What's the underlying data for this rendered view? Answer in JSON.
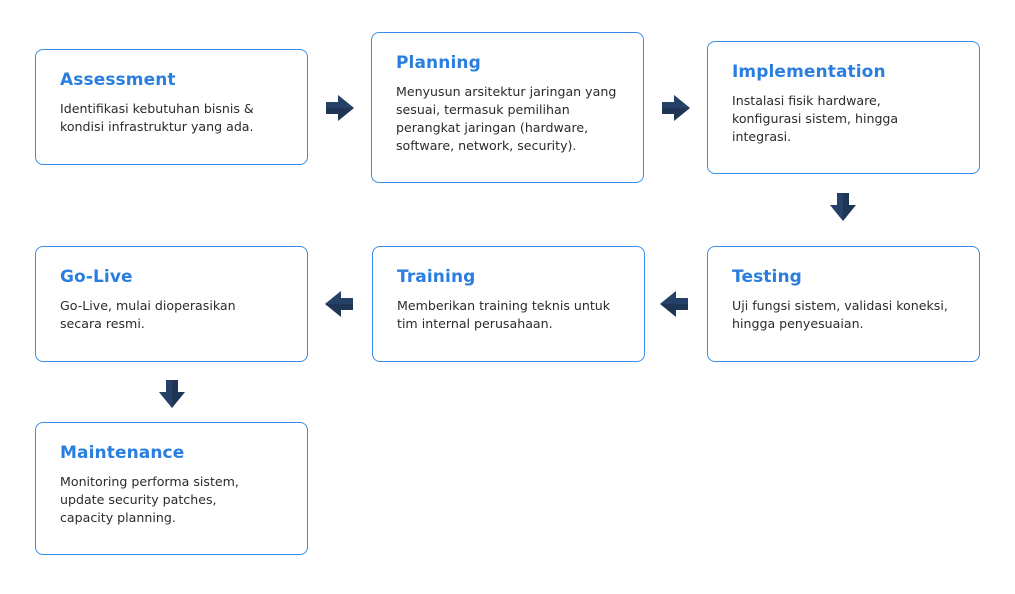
{
  "accent_color": "#2a7ee0",
  "border_color": "#3b8ee8",
  "arrow_color": "#1e3556",
  "steps": [
    {
      "title": "Assessment",
      "description": "Identifikasi kebutuhan bisnis & kondisi infrastruktur yang ada."
    },
    {
      "title": "Planning",
      "description": "Menyusun arsitektur jaringan yang sesuai, termasuk pemilihan perangkat jaringan (hardware, software, network, security)."
    },
    {
      "title": "Implementation",
      "description": "Instalasi fisik hardware, konfigurasi sistem, hingga integrasi."
    },
    {
      "title": "Testing",
      "description": "Uji fungsi sistem, validasi koneksi, hingga penyesuaian."
    },
    {
      "title": "Training",
      "description": "Memberikan training teknis untuk tim internal perusahaan."
    },
    {
      "title": "Go-Live",
      "description": "Go-Live, mulai dioperasikan secara resmi."
    },
    {
      "title": "Maintenance",
      "description": "Monitoring performa sistem, update security patches, capacity planning."
    }
  ],
  "arrows": [
    {
      "icon": "arrow-right-icon"
    },
    {
      "icon": "arrow-right-icon"
    },
    {
      "icon": "arrow-down-icon"
    },
    {
      "icon": "arrow-left-icon"
    },
    {
      "icon": "arrow-left-icon"
    },
    {
      "icon": "arrow-down-icon"
    }
  ]
}
